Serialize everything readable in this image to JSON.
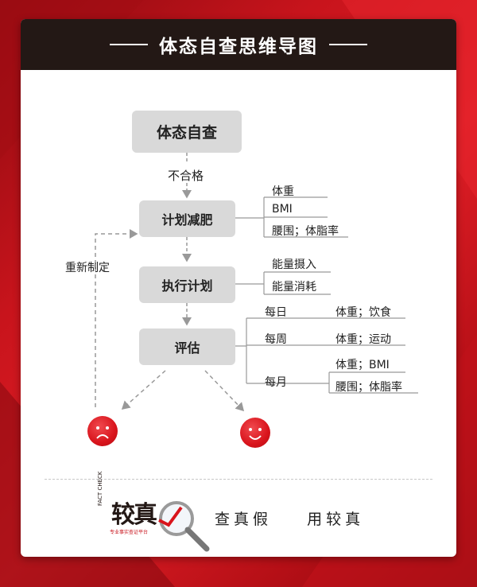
{
  "title": "体态自查思维导图",
  "nodes": {
    "start": "体态自查",
    "plan": "计划减肥",
    "execute": "执行计划",
    "evaluate": "评估"
  },
  "edge_labels": {
    "fail": "不合格",
    "replan": "重新制定"
  },
  "plan_items": [
    "体重",
    "BMI",
    "腰围；体脂率"
  ],
  "execute_items": [
    "能量摄入",
    "能量消耗"
  ],
  "evaluate_periods": [
    {
      "period": "每日",
      "items": [
        "体重；饮食"
      ]
    },
    {
      "period": "每周",
      "items": [
        "体重；运动"
      ]
    },
    {
      "period": "每月",
      "items": [
        "体重；BMI",
        "腰围；体脂率"
      ]
    }
  ],
  "outcomes": {
    "sad": "sad-face-icon",
    "happy": "happy-face-icon"
  },
  "footer": {
    "logo": "较真",
    "logo_side": "FACT CHECK",
    "logo_sub": "专业事实查证平台",
    "slogan_left": "查真假",
    "slogan_right": "用较真"
  },
  "colors": {
    "accent": "#d9141c",
    "header": "#231815",
    "node": "#d9d9d9",
    "line": "#999999"
  }
}
